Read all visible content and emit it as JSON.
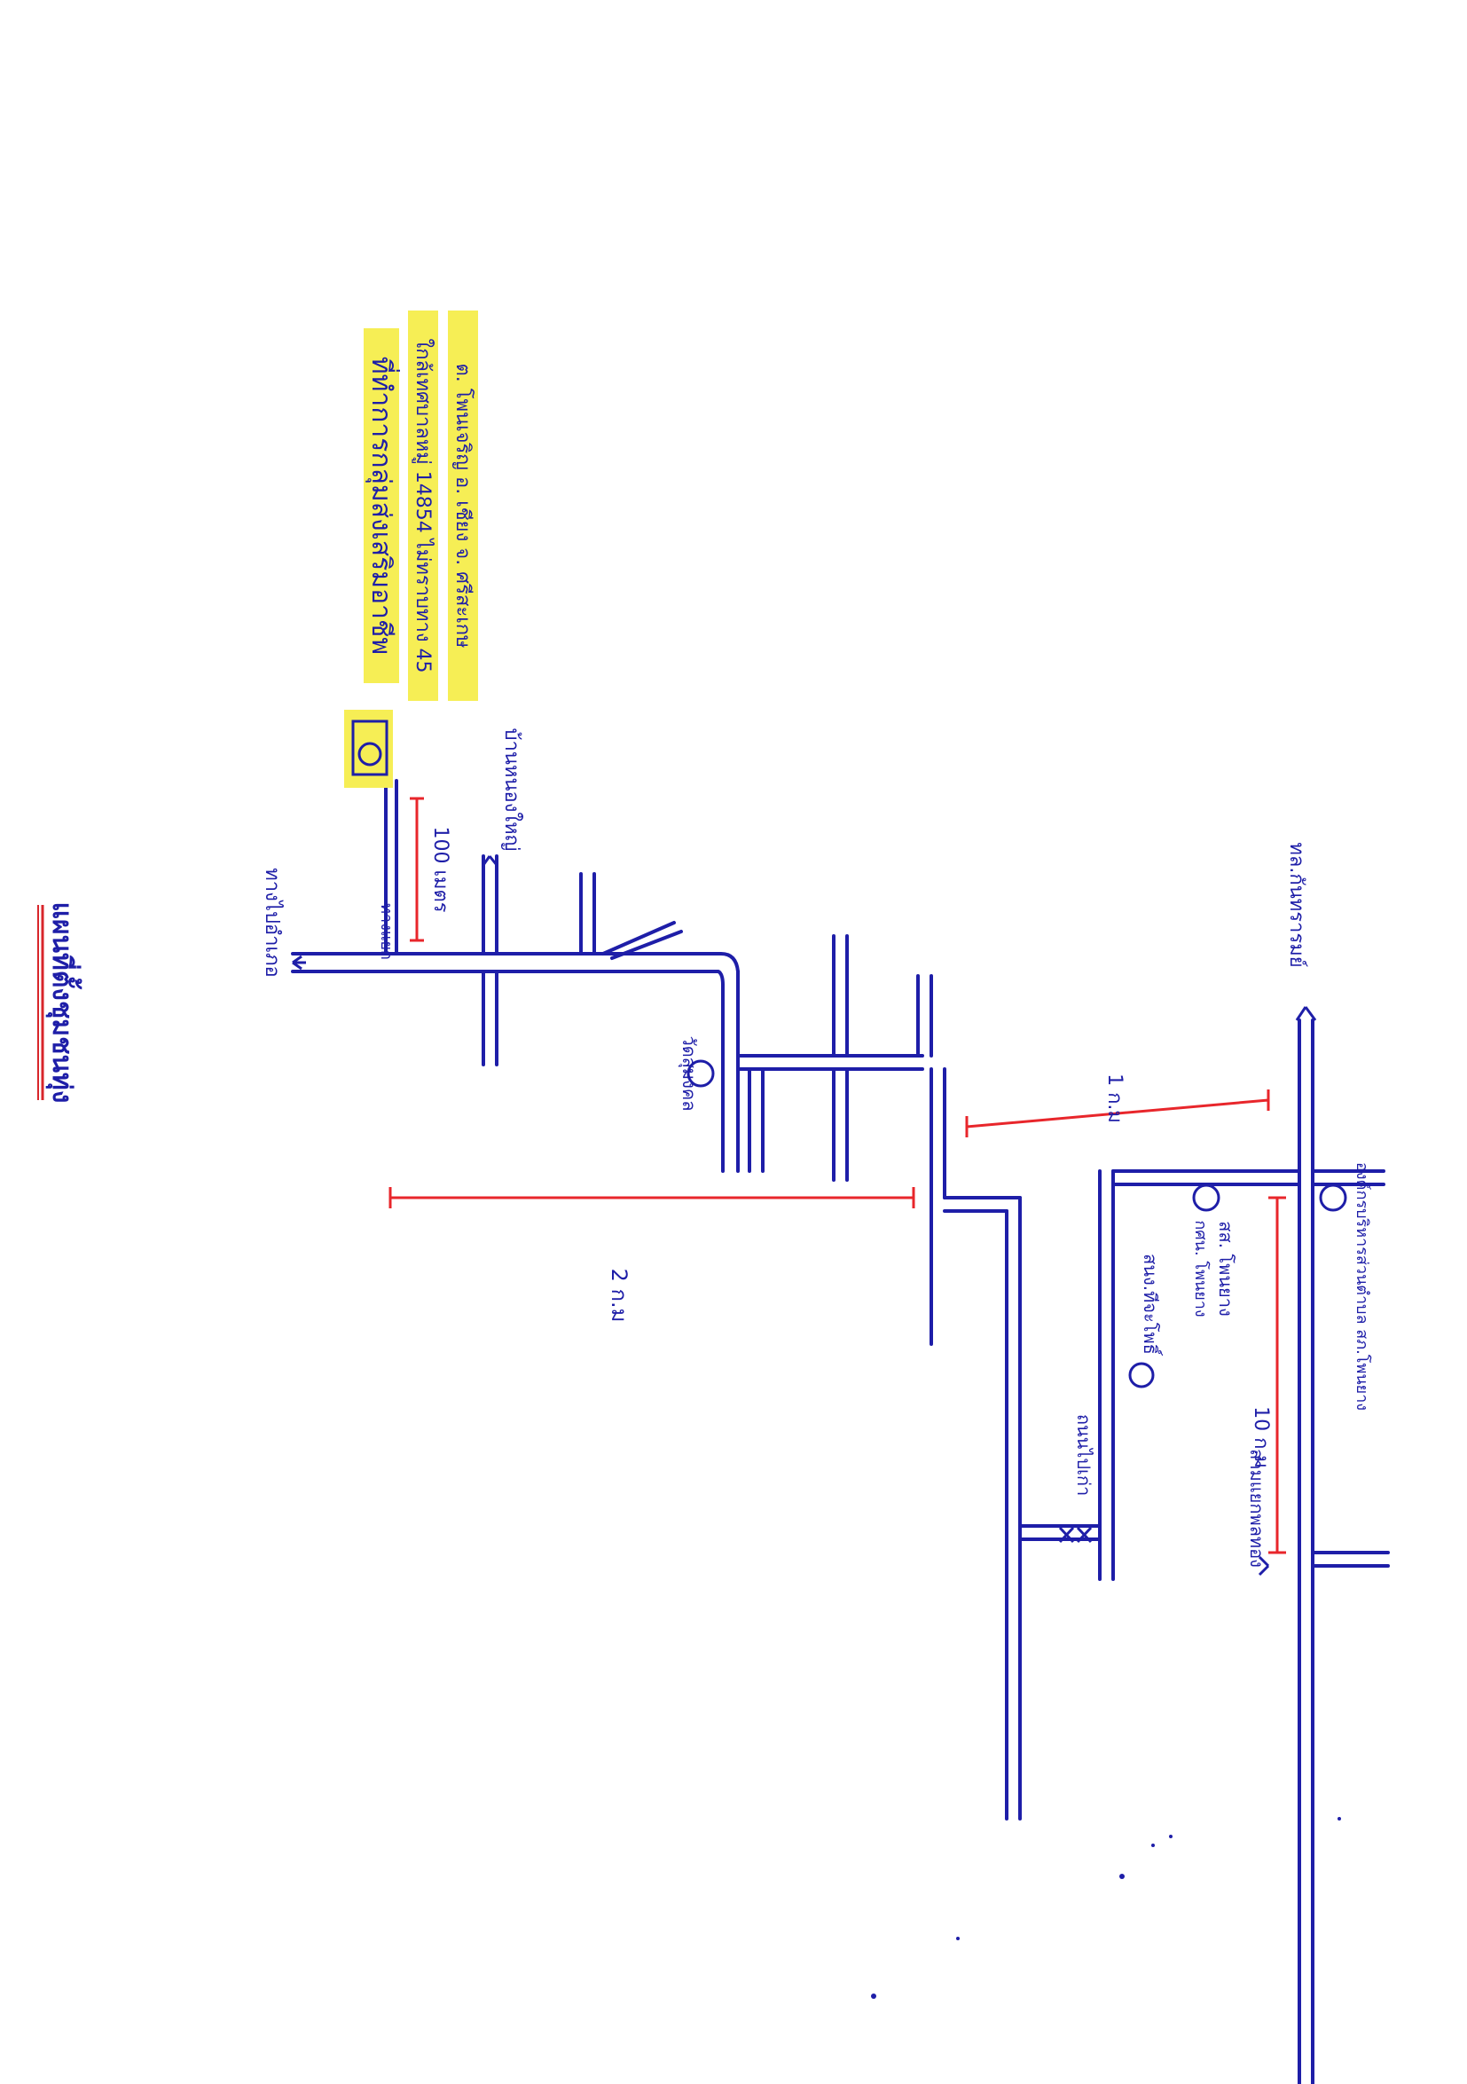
{
  "colors": {
    "road": "#1e1ea8",
    "distance_marker": "#e8262b",
    "highlight": "#f6ee55",
    "title_underline": "#d8262b",
    "paper": "#ffffff"
  },
  "map_title": "แผนที่ตั้งชุมชนทุ่ง",
  "destination": {
    "name": "ที่ทำการกลุ่มส่งเสริมอาชีพ",
    "address_line1": "ใกล้เทศบาลหมู่ 14854 ไม่ทราบทาง 45",
    "address_line2": "ต. โพนเจริญ อ. เชียง จ. ศรีสะเกษ",
    "marker_icon": "destination-circle-in-square-icon"
  },
  "landmarks": [
    {
      "key": "temple_west",
      "label": "วัดสุมงคล",
      "icon": "temple-circle-icon"
    },
    {
      "key": "tessaban_office",
      "label": "สนง.ทีจะโพธิ์",
      "icon": "office-circle-icon"
    },
    {
      "key": "tax_office",
      "label": "สส. โพนยาง",
      "icon": "tax-office-circle-icon"
    },
    {
      "key": "police_station",
      "label": "กศน. โพนยาง",
      "icon": "police-circle-icon"
    },
    {
      "key": "municipality",
      "label": "องค์กรบริหารส่วนตำบล สภ.โพนยาง",
      "icon": "municipality-circle-icon"
    }
  ],
  "directions": [
    {
      "key": "to_north_village",
      "label": "บ้านหนองใหญ่"
    },
    {
      "key": "to_west",
      "label": "ทางไปอำเภอ"
    },
    {
      "key": "to_east",
      "label": "ทล.กันทรารมย์"
    },
    {
      "key": "to_south",
      "label": "สามแยกพลทอง"
    },
    {
      "key": "old_road",
      "label": "ถนนไปเก่า"
    },
    {
      "key": "intersection",
      "label": "ทางแยก"
    }
  ],
  "distances": [
    {
      "key": "d100m",
      "label": "100 เมตร"
    },
    {
      "key": "d1km",
      "label": "1 ก.ม"
    },
    {
      "key": "d2km",
      "label": "2 ก.ม"
    },
    {
      "key": "d10km",
      "label": "10 ก.ม"
    }
  ]
}
